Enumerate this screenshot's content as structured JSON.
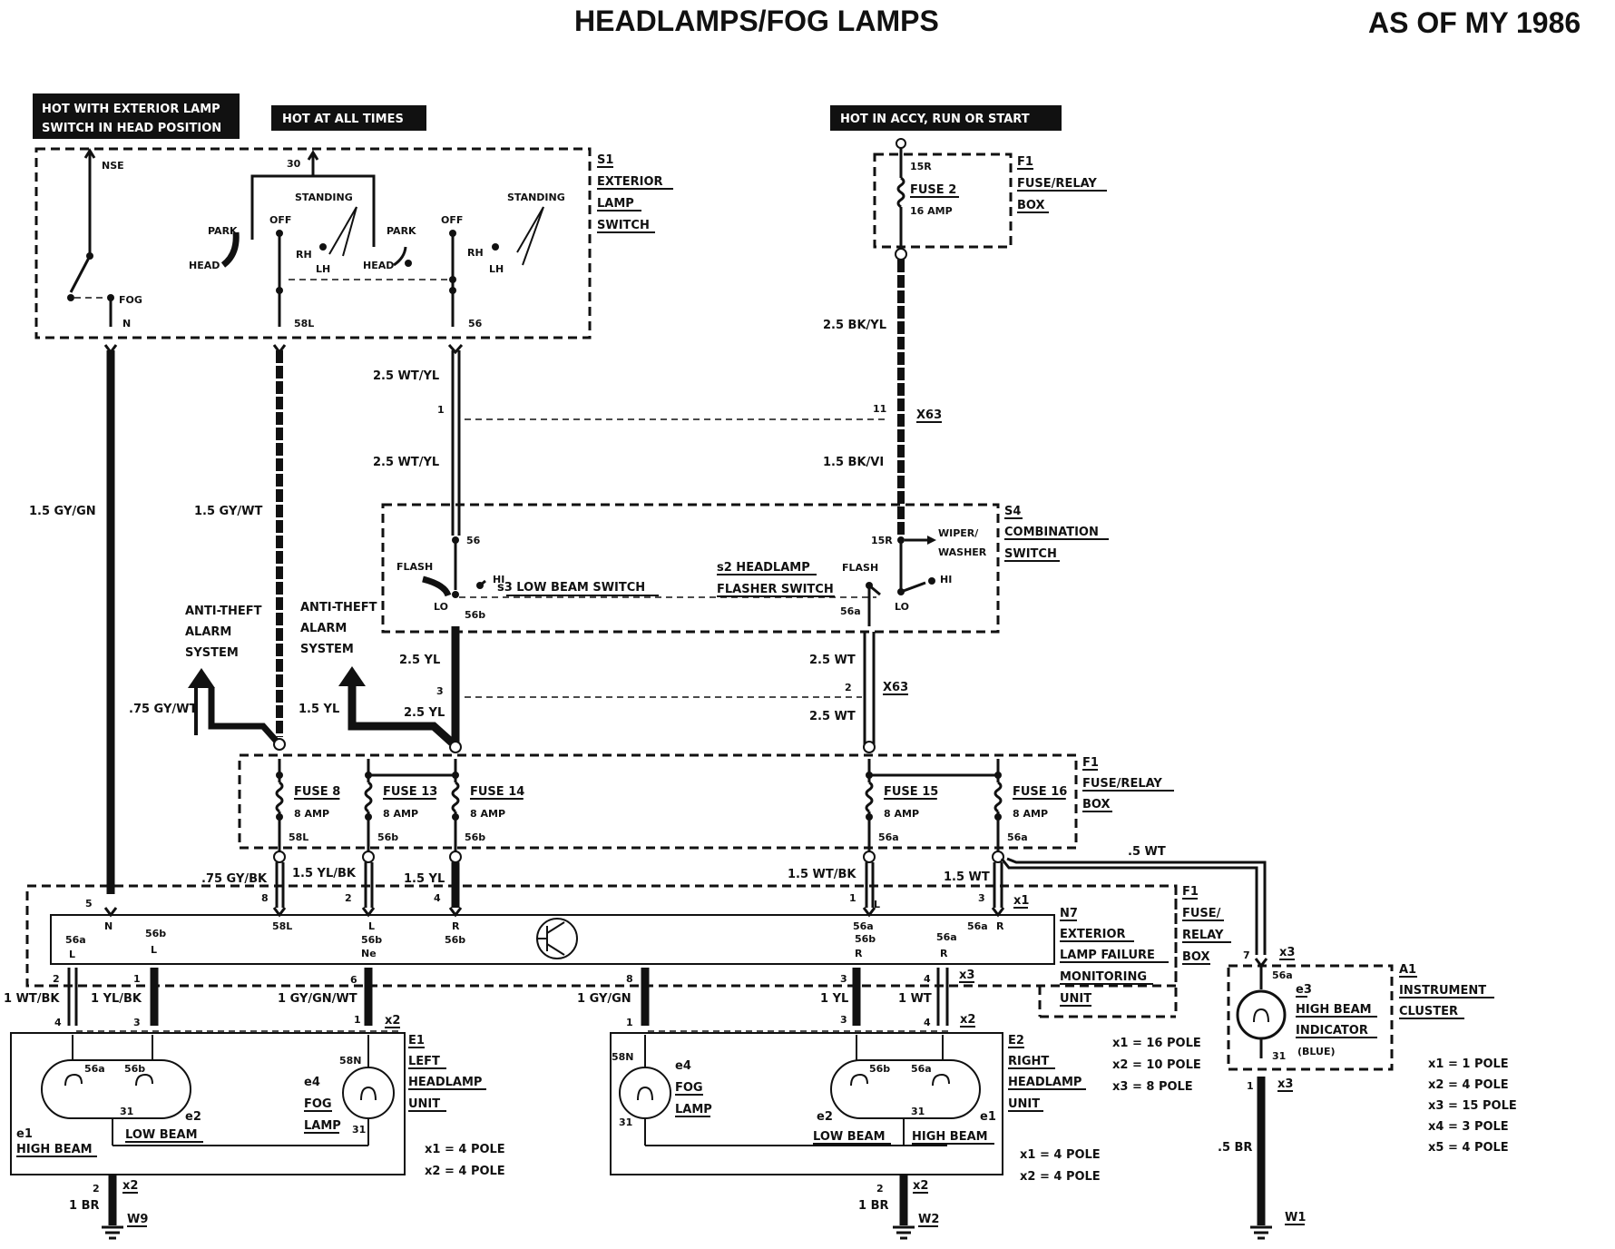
{
  "title": "HEADLAMPS/FOG LAMPS",
  "model_year": "AS OF MY 1986",
  "tags": {
    "exterior_lamp_line1": "HOT WITH EXTERIOR LAMP",
    "exterior_lamp_line2": "SWITCH IN HEAD POSITION",
    "hot_all_times": "HOT AT ALL TIMES",
    "hot_accy": "HOT IN ACCY, RUN OR START"
  },
  "components": {
    "s1": {
      "ref": "S1",
      "name": [
        "EXTERIOR",
        "LAMP",
        "SWITCH"
      ]
    },
    "f1_top": {
      "ref": "F1",
      "name": [
        "FUSE/RELAY",
        "BOX"
      ],
      "fuse": "FUSE 2",
      "rating": "16 AMP",
      "terminal": "15R"
    },
    "s4": {
      "ref": "S4",
      "name": [
        "COMBINATION",
        "SWITCH"
      ]
    },
    "f1_mid": {
      "ref": "F1",
      "name": [
        "FUSE/RELAY",
        "BOX"
      ]
    },
    "f1_n7": {
      "ref": "F1",
      "name": [
        "FUSE/",
        "RELAY",
        "BOX"
      ]
    },
    "n7": {
      "ref": "N7",
      "name": [
        "EXTERIOR",
        "LAMP FAILURE",
        "MONITORING",
        "UNIT"
      ]
    },
    "e1": {
      "ref": "E1",
      "name": [
        "LEFT",
        "HEADLAMP",
        "UNIT"
      ]
    },
    "e2": {
      "ref": "E2",
      "name": [
        "RIGHT",
        "HEADLAMP",
        "UNIT"
      ]
    },
    "a1": {
      "ref": "A1",
      "name": [
        "INSTRUMENT",
        "CLUSTER"
      ]
    },
    "e3": {
      "ref": "e3",
      "name": [
        "HIGH BEAM",
        "INDICATOR"
      ],
      "color": "(BLUE)"
    }
  },
  "s1_labels": {
    "nse": "NSE",
    "fog": "FOG",
    "n": "N",
    "t30": "30",
    "standing": "STANDING",
    "park": "PARK",
    "off": "OFF",
    "head": "HEAD",
    "rh": "RH",
    "lh": "LH",
    "t58l": "58L",
    "t56": "56"
  },
  "s4_labels": {
    "flash": "FLASH",
    "lo": "LO",
    "hi": "HI",
    "s3": "s3 LOW BEAM SWITCH",
    "s2_line1": "s2 HEADLAMP",
    "s2_line2": "FLASHER SWITCH",
    "t56": "56",
    "t56b": "56b",
    "t56a": "56a",
    "t15r": "15R",
    "wiper": "WIPER/",
    "washer": "WASHER"
  },
  "fuses": [
    {
      "name": "FUSE 8",
      "rating": "8 AMP",
      "terminal": "58L"
    },
    {
      "name": "FUSE 13",
      "rating": "8 AMP",
      "terminal": "56b"
    },
    {
      "name": "FUSE 14",
      "rating": "8 AMP",
      "terminal": "56b"
    },
    {
      "name": "FUSE 15",
      "rating": "8 AMP",
      "terminal": "56a"
    },
    {
      "name": "FUSE 16",
      "rating": "8 AMP",
      "terminal": "56a"
    }
  ],
  "wires": {
    "w1": "1.5 GY/GN",
    "w2": "1.5 GY/WT",
    "w3": "2.5 WT/YL",
    "w4": "2.5 WT/YL",
    "w5": "2.5 BK/YL",
    "w6": "1.5 BK/VI",
    "w7": "2.5 YL",
    "w8": "2.5 YL",
    "w9": "1.5 YL",
    "w10": ".75 GY/WT",
    "w11": "2.5 WT",
    "w12": "2.5 WT",
    "w13": ".75 GY/BK",
    "w14": "1.5 YL/BK",
    "w15": "1.5 YL",
    "w16": "1.5 WT/BK",
    "w17": "1.5 WT",
    "w18": ".5 WT",
    "w19": "1 WT/BK",
    "w20": "1 YL/BK",
    "w21": "1 GY/GN/WT",
    "w22": "1 GY/GN",
    "w23": "1 YL",
    "w24": "1 WT",
    "w25": "1 BR",
    "w26": "1 BR",
    "w27": ".5 BR"
  },
  "anti_theft": [
    "ANTI-THEFT",
    "ALARM",
    "SYSTEM"
  ],
  "connectors": {
    "x63": "X63",
    "x1": "x1",
    "x2": "x2",
    "x3": "x3",
    "w9": "W9",
    "w2": "W2",
    "w1": "W1"
  },
  "pins": {
    "p1": "1",
    "p2": "2",
    "p3": "3",
    "p4": "4",
    "p5": "5",
    "p6": "6",
    "p7": "7",
    "p8": "8",
    "p11": "11"
  },
  "n7_terms": {
    "n": "N",
    "t58l": "58L",
    "l": "L",
    "r": "R",
    "t56a": "56a",
    "t56b": "56b",
    "ne": "Ne"
  },
  "lamp_labels": {
    "high_beam": "HIGH BEAM",
    "low_beam": "LOW BEAM",
    "e1": "e1",
    "e2": "e2",
    "e4": "e4",
    "fog": "FOG",
    "lamp": "LAMP",
    "t56a": "56a",
    "t56b": "56b",
    "t31": "31",
    "t58n": "58N"
  },
  "pole_notes": {
    "n7": [
      "x1 = 16 POLE",
      "x2 = 10 POLE",
      "x3 = 8 POLE"
    ],
    "e1": [
      "x1 = 4 POLE",
      "x2 = 4 POLE"
    ],
    "e2": [
      "x1 = 4 POLE",
      "x2 = 4 POLE"
    ],
    "a1": [
      "x1 = 1 POLE",
      "x2 = 4 POLE",
      "x3 = 15 POLE",
      "x4 = 3 POLE",
      "x5 = 4 POLE"
    ]
  }
}
